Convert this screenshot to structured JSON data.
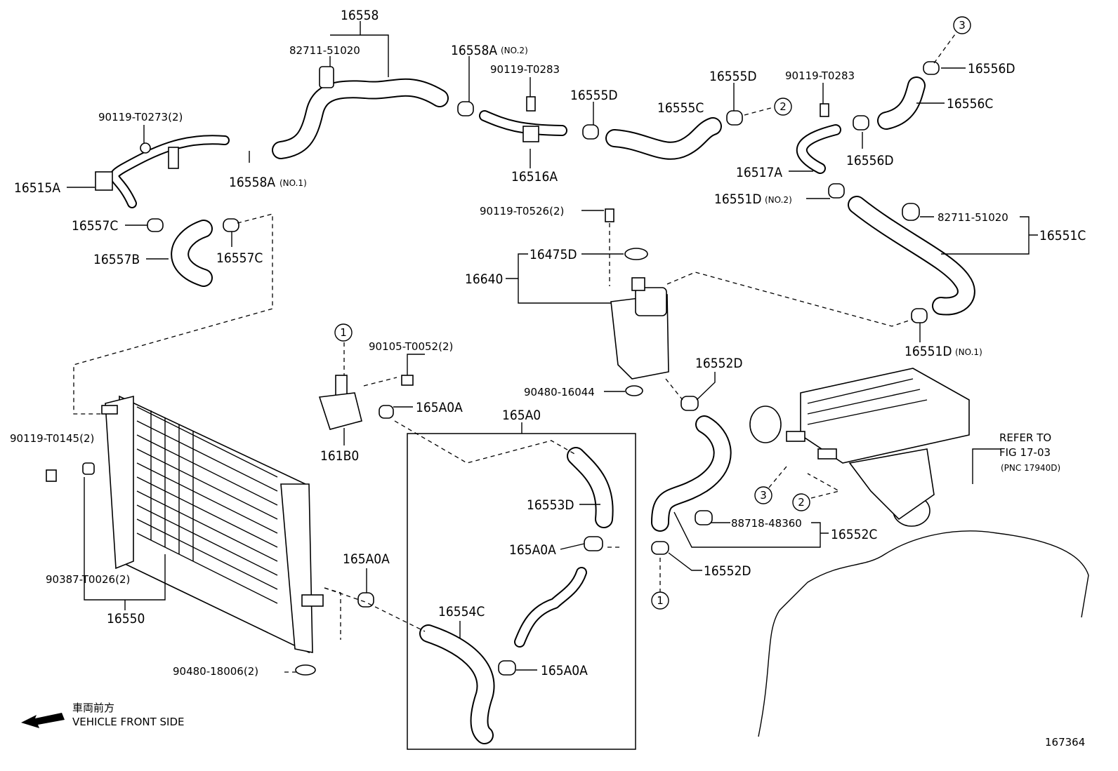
{
  "diagram": {
    "labels": [
      {
        "id": "l16558",
        "text": "16558"
      },
      {
        "id": "l82711a",
        "text": "82711-51020"
      },
      {
        "id": "l16558a2",
        "text": "16558A"
      },
      {
        "id": "l16558a2n",
        "text": "(NO.2)"
      },
      {
        "id": "l90119t0283a",
        "text": "90119-T0283"
      },
      {
        "id": "l16555d1",
        "text": "16555D"
      },
      {
        "id": "l16555d2",
        "text": "16555D"
      },
      {
        "id": "l16555c",
        "text": "16555C"
      },
      {
        "id": "l90119t0283b",
        "text": "90119-T0283"
      },
      {
        "id": "l16556d1",
        "text": "16556D"
      },
      {
        "id": "l16556c",
        "text": "16556C"
      },
      {
        "id": "l16556d2",
        "text": "16556D"
      },
      {
        "id": "l90119t0273",
        "text": "90119-T0273(2)"
      },
      {
        "id": "l16515a",
        "text": "16515A"
      },
      {
        "id": "l16558a1",
        "text": "16558A"
      },
      {
        "id": "l16558a1n",
        "text": "(NO.1)"
      },
      {
        "id": "l16516a",
        "text": "16516A"
      },
      {
        "id": "l16517a",
        "text": "16517A"
      },
      {
        "id": "l16551d2",
        "text": "16551D"
      },
      {
        "id": "l16551d2n",
        "text": "(NO.2)"
      },
      {
        "id": "l82711b",
        "text": "82711-51020"
      },
      {
        "id": "l16551c",
        "text": "16551C"
      },
      {
        "id": "l16557c1",
        "text": "16557C"
      },
      {
        "id": "l16557b",
        "text": "16557B"
      },
      {
        "id": "l16557c2",
        "text": "16557C"
      },
      {
        "id": "l90119t0526",
        "text": "90119-T0526(2)"
      },
      {
        "id": "l16475d",
        "text": "16475D"
      },
      {
        "id": "l16640",
        "text": "16640"
      },
      {
        "id": "l16551d1",
        "text": "16551D"
      },
      {
        "id": "l16551d1n",
        "text": "(NO.1)"
      },
      {
        "id": "l90105",
        "text": "90105-T0052(2)"
      },
      {
        "id": "l16552d1",
        "text": "16552D"
      },
      {
        "id": "l90480a",
        "text": "90480-16044"
      },
      {
        "id": "l165a0a1",
        "text": "165A0A"
      },
      {
        "id": "l165a0",
        "text": "165A0"
      },
      {
        "id": "l161b0",
        "text": "161B0"
      },
      {
        "id": "l90119t0145",
        "text": "90119-T0145(2)"
      },
      {
        "id": "lrefer1",
        "text": "REFER TO"
      },
      {
        "id": "lrefer2",
        "text": "FIG 17-03"
      },
      {
        "id": "lrefer3",
        "text": "(PNC 17940D)"
      },
      {
        "id": "l16553d",
        "text": "16553D"
      },
      {
        "id": "l88718",
        "text": "88718-48360"
      },
      {
        "id": "l16552c",
        "text": "16552C"
      },
      {
        "id": "l165a0a2",
        "text": "165A0A"
      },
      {
        "id": "l165a0a3",
        "text": "165A0A"
      },
      {
        "id": "l16552d2",
        "text": "16552D"
      },
      {
        "id": "l90387",
        "text": "90387-T0026(2)"
      },
      {
        "id": "l16550",
        "text": "16550"
      },
      {
        "id": "l16554c",
        "text": "16554C"
      },
      {
        "id": "l165a0a4",
        "text": "165A0A"
      },
      {
        "id": "l90480b",
        "text": "90480-18006(2)"
      },
      {
        "id": "lfront_jp",
        "text": "車両前方"
      },
      {
        "id": "lfront_en",
        "text": "VEHICLE FRONT SIDE"
      },
      {
        "id": "lfig",
        "text": "167364"
      }
    ],
    "refs": [
      {
        "id": "r3a",
        "text": "3"
      },
      {
        "id": "r2a",
        "text": "2"
      },
      {
        "id": "r1a",
        "text": "1"
      },
      {
        "id": "r3b",
        "text": "3"
      },
      {
        "id": "r2b",
        "text": "2"
      },
      {
        "id": "r1b",
        "text": "1"
      }
    ]
  }
}
